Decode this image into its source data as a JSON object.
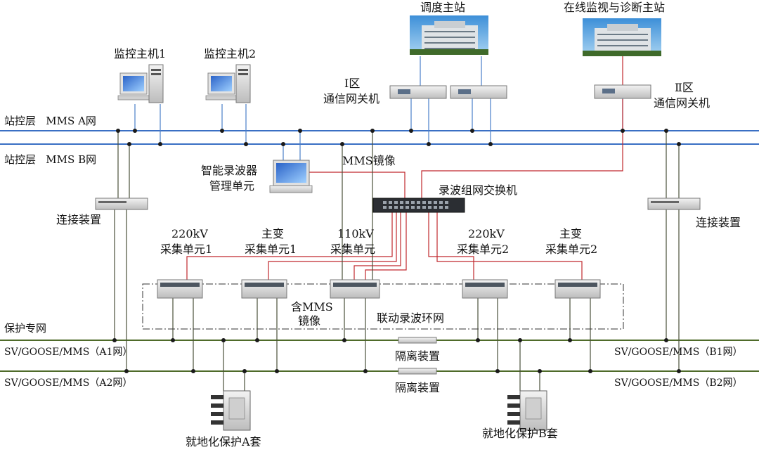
{
  "title_labels": {
    "dispatch_master": "调度主站",
    "online_monitor_master": "在线监视与诊断主站",
    "monitor_host1": "监控主机1",
    "monitor_host2": "监控主机2",
    "zone1_gateway_l1": "Ⅰ区",
    "zone1_gateway_l2": "通信网关机",
    "zone2_gateway_l1": "Ⅱ区",
    "zone2_gateway_l2": "通信网关机",
    "recorder_mgmt_l1": "智能录波器",
    "recorder_mgmt_l2": "管理单元",
    "mms_mirror": "MMS镜像",
    "recorder_switch": "录波组网交换机",
    "connector_left": "连接装置",
    "connector_right": "连接装置",
    "unit_220kv_1_l1": "220kV",
    "unit_220kv_1_l2": "采集单元1",
    "unit_main_1_l1": "主变",
    "unit_main_1_l2": "采集单元1",
    "unit_110kv_l1": "110kV",
    "unit_110kv_l2": "采集单元",
    "unit_220kv_2_l1": "220kV",
    "unit_220kv_2_l2": "采集单元2",
    "unit_main_2_l1": "主变",
    "unit_main_2_l2": "采集单元2",
    "contains_mms_l1": "含MMS",
    "contains_mms_l2": "镜像",
    "linkage_ring": "联动录波环网",
    "isolation_1": "隔离装置",
    "isolation_2": "隔离装置",
    "local_protection_a": "就地化保护A套",
    "local_protection_b": "就地化保护B套"
  },
  "network_labels": {
    "station_mms_a": "站控层   MMS A网",
    "station_mms_b": "站控层   MMS B网",
    "protection_net": "保护专网",
    "sv_a1": "SV/GOOSE/MMS（A1网）",
    "sv_a2": "SV/GOOSE/MMS（A2网）",
    "sv_b1": "SV/GOOSE/MMS（B1网）",
    "sv_b2": "SV/GOOSE/MMS（B2网）"
  },
  "colors": {
    "station_bus": "#3a6fc4",
    "field_bus": "#4f6b2a",
    "recorder_link": "#c0282d",
    "device_link": "#4a4f3a",
    "host_link": "#4a7fc9"
  }
}
